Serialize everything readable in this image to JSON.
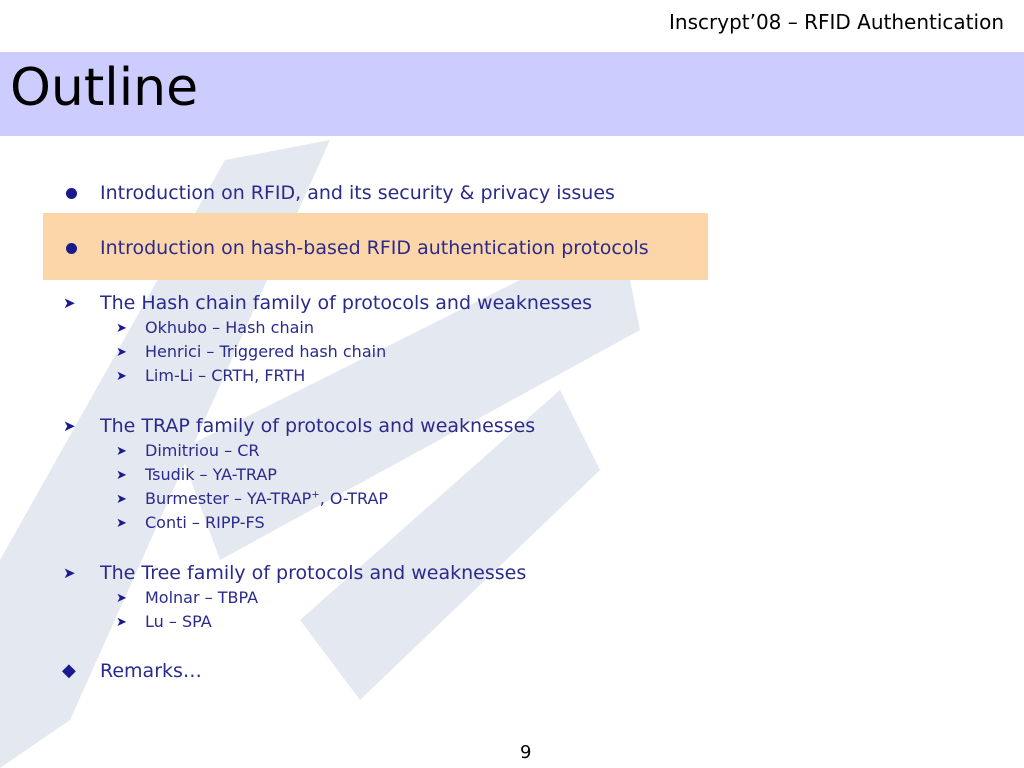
{
  "header": {
    "text": "Inscrypt’08 – RFID Authentication"
  },
  "slide": {
    "title": "Outline",
    "page_number": "9"
  },
  "outline": {
    "intro_rfid": "Introduction on RFID, and its security & privacy issues",
    "intro_hash": "Introduction on hash-based RFID authentication protocols",
    "hash_chain": {
      "heading": "The Hash chain family of protocols and weaknesses",
      "items": [
        "Okhubo – Hash chain",
        "Henrici – Triggered hash chain",
        "Lim-Li – CRTH, FRTH"
      ]
    },
    "trap": {
      "heading": "The TRAP family of protocols and weaknesses",
      "items": [
        "Dimitriou – CR",
        "Tsudik – YA-TRAP"
      ],
      "burmester_prefix": "Burmester – YA-TRAP",
      "burmester_sup": "+",
      "burmester_suffix": ", O-TRAP",
      "conti": "Conti – RIPP-FS"
    },
    "tree": {
      "heading": "The Tree family of protocols and weaknesses",
      "items": [
        "Molnar – TBPA",
        "Lu – SPA"
      ]
    },
    "remarks": "Remarks…"
  },
  "colors": {
    "title_band": "#ccccff",
    "highlight": "#fcd6a8",
    "text": "#2a2a8c",
    "watermark": "#e4e8f0"
  },
  "icons": {
    "dot": "filled-circle-bullet-icon",
    "arrow": "arrowhead-bullet-icon",
    "diamond": "diamond-bullet-icon"
  }
}
